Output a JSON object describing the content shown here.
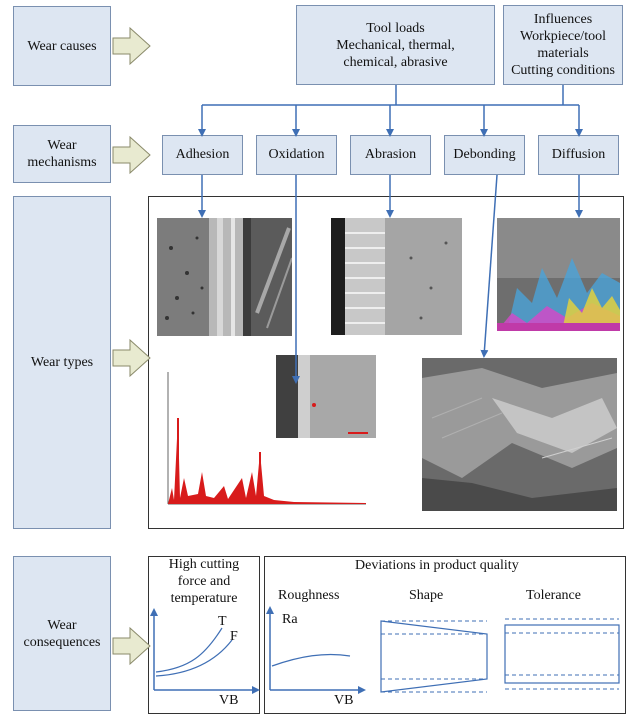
{
  "rows": {
    "causes": "Wear causes",
    "mechanisms_line1": "Wear",
    "mechanisms_line2": "mechanisms",
    "types": "Wear types",
    "consequences_line1": "Wear",
    "consequences_line2": "consequences"
  },
  "tool_loads": {
    "line1": "Tool loads",
    "line2": "Mechanical, thermal,",
    "line3": "chemical, abrasive"
  },
  "influences": {
    "line1": "Influences",
    "line2": "Workpiece/tool",
    "line3": "materials",
    "line4": "Cutting conditions"
  },
  "mechanisms": [
    "Adhesion",
    "Oxidation",
    "Abrasion",
    "Debonding",
    "Diffusion"
  ],
  "consequences": {
    "force_title_line1": "High cutting",
    "force_title_line2": "force and",
    "force_title_line3": "temperature",
    "curve_t": "T",
    "curve_f": "F",
    "axis_vb_1": "VB",
    "quality_title": "Deviations in product quality",
    "roughness": "Roughness",
    "ra": "Ra",
    "axis_vb_2": "VB",
    "shape": "Shape",
    "tolerance": "Tolerance"
  },
  "colors": {
    "box_fill": "#dde6f2",
    "box_border": "#7a90b0",
    "arrow_blue": "#3f6fb5",
    "chevron_fill": "#e8ead0",
    "spectrum_red": "#d81b1b"
  }
}
